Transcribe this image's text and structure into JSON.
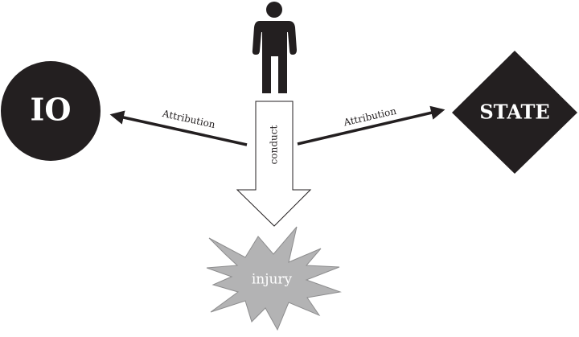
{
  "diagram": {
    "actor": {
      "icon": "person-icon"
    },
    "conduct_arrow": {
      "label": "conduct"
    },
    "result": {
      "label": "injury",
      "shape": "starburst"
    },
    "entities": [
      {
        "id": "io",
        "label": "IO",
        "shape": "circle"
      },
      {
        "id": "state",
        "label": "STATE",
        "shape": "diamond"
      }
    ],
    "attribution_arrows": [
      {
        "label": "Attribution",
        "to": "io"
      },
      {
        "label": "Attribution",
        "to": "state"
      }
    ],
    "colors": {
      "dark": "#231f20",
      "starburst_fill": "#b3b3b4",
      "starburst_stroke": "#8d8d8e",
      "outline": "#231f20",
      "light_text": "#ffffff"
    }
  }
}
